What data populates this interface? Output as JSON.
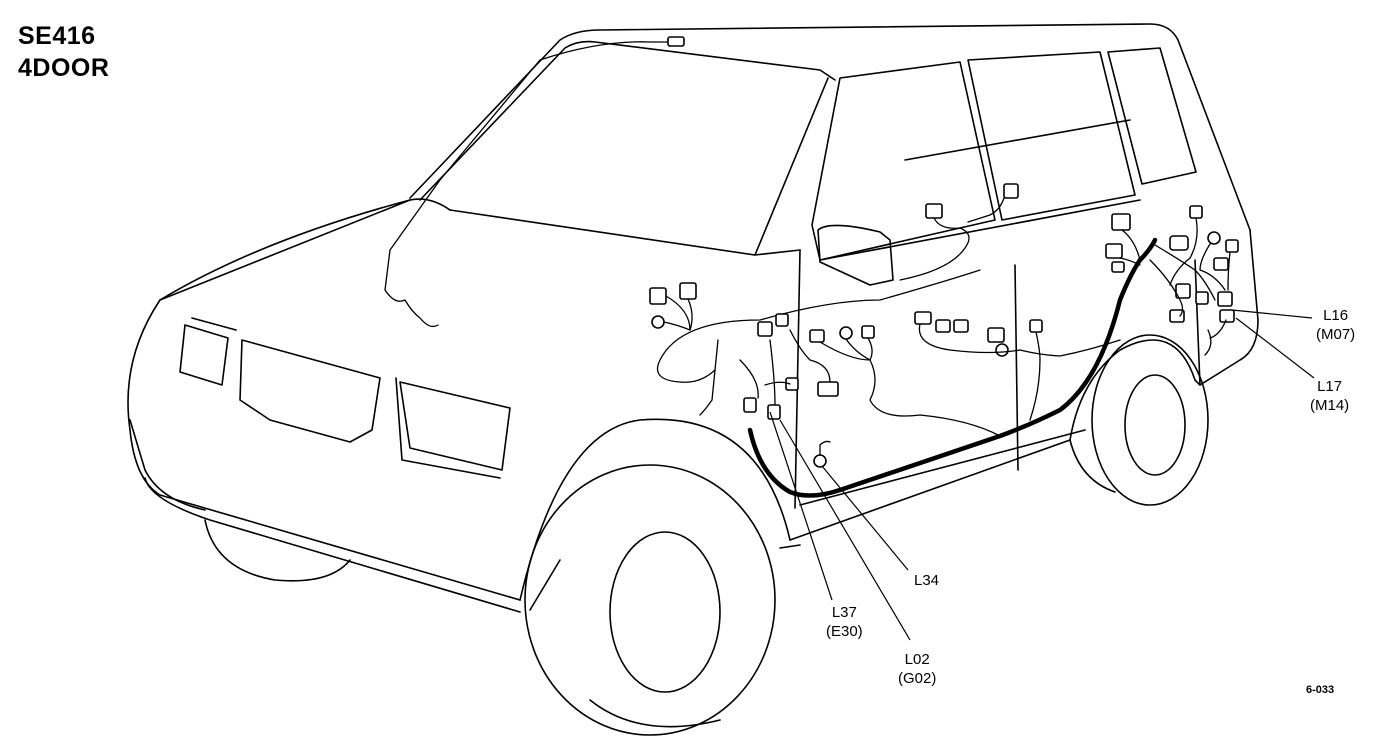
{
  "diagram": {
    "title_line1": "SE416",
    "title_line2": "4DOOR",
    "figure_number": "6-033",
    "callouts": [
      {
        "id": "L16",
        "code": "L16",
        "sub": "(M07)"
      },
      {
        "id": "L17",
        "code": "L17",
        "sub": "(M14)"
      },
      {
        "id": "L34",
        "code": "L34",
        "sub": ""
      },
      {
        "id": "L37",
        "code": "L37",
        "sub": "(E30)"
      },
      {
        "id": "L02",
        "code": "L02",
        "sub": "(G02)"
      }
    ]
  }
}
